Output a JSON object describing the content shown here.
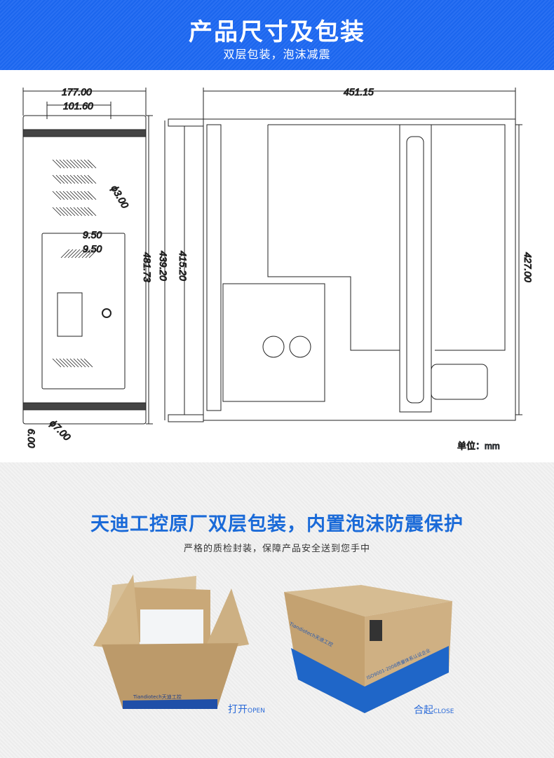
{
  "header": {
    "title": "产品尺寸及包装",
    "subtitle": "双层包装，泡沫减震"
  },
  "drawing": {
    "dims": {
      "width_total": "177.00",
      "hole_spacing": "101.60",
      "vent_hole": "ϕ3.00",
      "vent_pitch_1": "9.50",
      "vent_pitch_2": "9.50",
      "height_total": "481.73",
      "height_mid": "439.20",
      "height_inner": "415.20",
      "mount_offset": "6.00",
      "mount_hole": "ϕ7.00",
      "depth_total": "451.15",
      "depth_body": "427.00"
    },
    "unit_label": "单位：mm"
  },
  "packaging": {
    "title": "天迪工控原厂双层包装，内置泡沫防震保护",
    "subtitle": "严格的质检封装，保障产品安全送到您手中",
    "open_label": "打开",
    "open_label_en": "OPEN",
    "close_label": "合起",
    "close_label_en": "CLOSE",
    "brand": "Tiandiotech天迪工控",
    "iso_text": "ISO9001-2008质量体系认证企业"
  },
  "colors": {
    "header_blue": "#1b66ee",
    "accent_blue": "#1a6ad8",
    "box_kraft": "#c9a878",
    "box_blue": "#1f66c8"
  }
}
